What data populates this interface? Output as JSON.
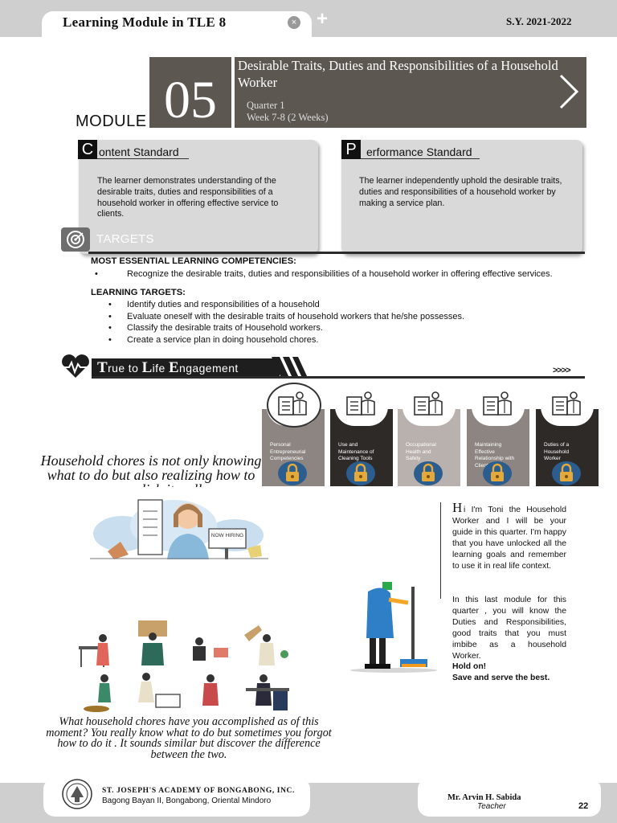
{
  "header": {
    "title": "Learning Module in TLE 8",
    "close_glyph": "×",
    "plus_glyph": "+",
    "school_year": "S.Y. 2021-2022"
  },
  "module": {
    "label": "MODULE",
    "number": "05",
    "title": "Desirable Traits, Duties and Responsibilities of a Household Worker",
    "quarter": "Quarter 1",
    "week": "Week  7-8 (2 Weeks)"
  },
  "content_standard": {
    "letter": "C",
    "heading": "ontent Standard",
    "body": "The learner demonstrates understanding of the desirable traits, duties and responsibilities of a household worker in offering effective service to clients."
  },
  "performance_standard": {
    "letter": "P",
    "heading": "erformance Standard",
    "body": "The learner independently uphold the desirable traits, duties and responsibilities of a household worker by making a service plan."
  },
  "targets": {
    "label": "TARGETS",
    "competencies_heading": "MOST ESSENTIAL LEARNING COMPETENCIES:",
    "competencies": [
      "Recognize the desirable traits, duties and responsibilities of a household worker in offering effective services."
    ],
    "learning_targets_heading": "LEARNING TARGETS:",
    "learning_targets": [
      "Identify duties and responsibilities of a household",
      "Evaluate oneself with the desirable traits of household workers that he/she possesses.",
      "Classify the desirable traits of Household workers.",
      "Create a service plan in doing household chores."
    ]
  },
  "engagement": {
    "t": "T",
    "rue": "rue to ",
    "l": "L",
    "ife": "ife ",
    "e": "E",
    "ngagement": "ngagement",
    "arrows": ">>>>"
  },
  "learning_path": [
    {
      "label": "Personal Entrepreneurial Competencies"
    },
    {
      "label": "Use and Maintenance of Cleaning Tools"
    },
    {
      "label": "Occupational Health and Safety"
    },
    {
      "label": "Maintaining Effective Relationship with Clients"
    },
    {
      "label": "Duties of a Household Worker"
    }
  ],
  "quote": "Household chores is not only knowing what to do but also realizing how to accomplish it well.",
  "now_hiring": "NOW HIRING",
  "toni": {
    "drop_cap": "H",
    "intro": "i I'm Toni the Household Worker and I will be your guide in this quarter. I'm happy that you have unlocked all the learning goals and remember to use it in real life context.",
    "para2": "In this last module for this quarter , you will know the Duties and Responsibilities, good traits that you must imbibe as a household Worker.",
    "hold_on": "Hold on!",
    "save_serve": "Save and serve the best."
  },
  "question": "What household chores have you accomplished as of this moment? You really know what to do but sometimes you forgot how to do it . It sounds similar but discover the difference between the two.",
  "footer": {
    "school": "ST. JOSEPH'S ACADEMY OF BONGABONG, INC.",
    "address": "Bagong Bayan II, Bongabong, Oriental Mindoro",
    "teacher": "Mr. Arvin H. Sabida",
    "role": "Teacher",
    "page": "22"
  },
  "colors": {
    "banner": "#5d5752",
    "card": "#d9d9d9",
    "dark": "#1e1e1e",
    "lock_blue": "#2c5d8f",
    "lock_gold": "#e3a93b"
  }
}
